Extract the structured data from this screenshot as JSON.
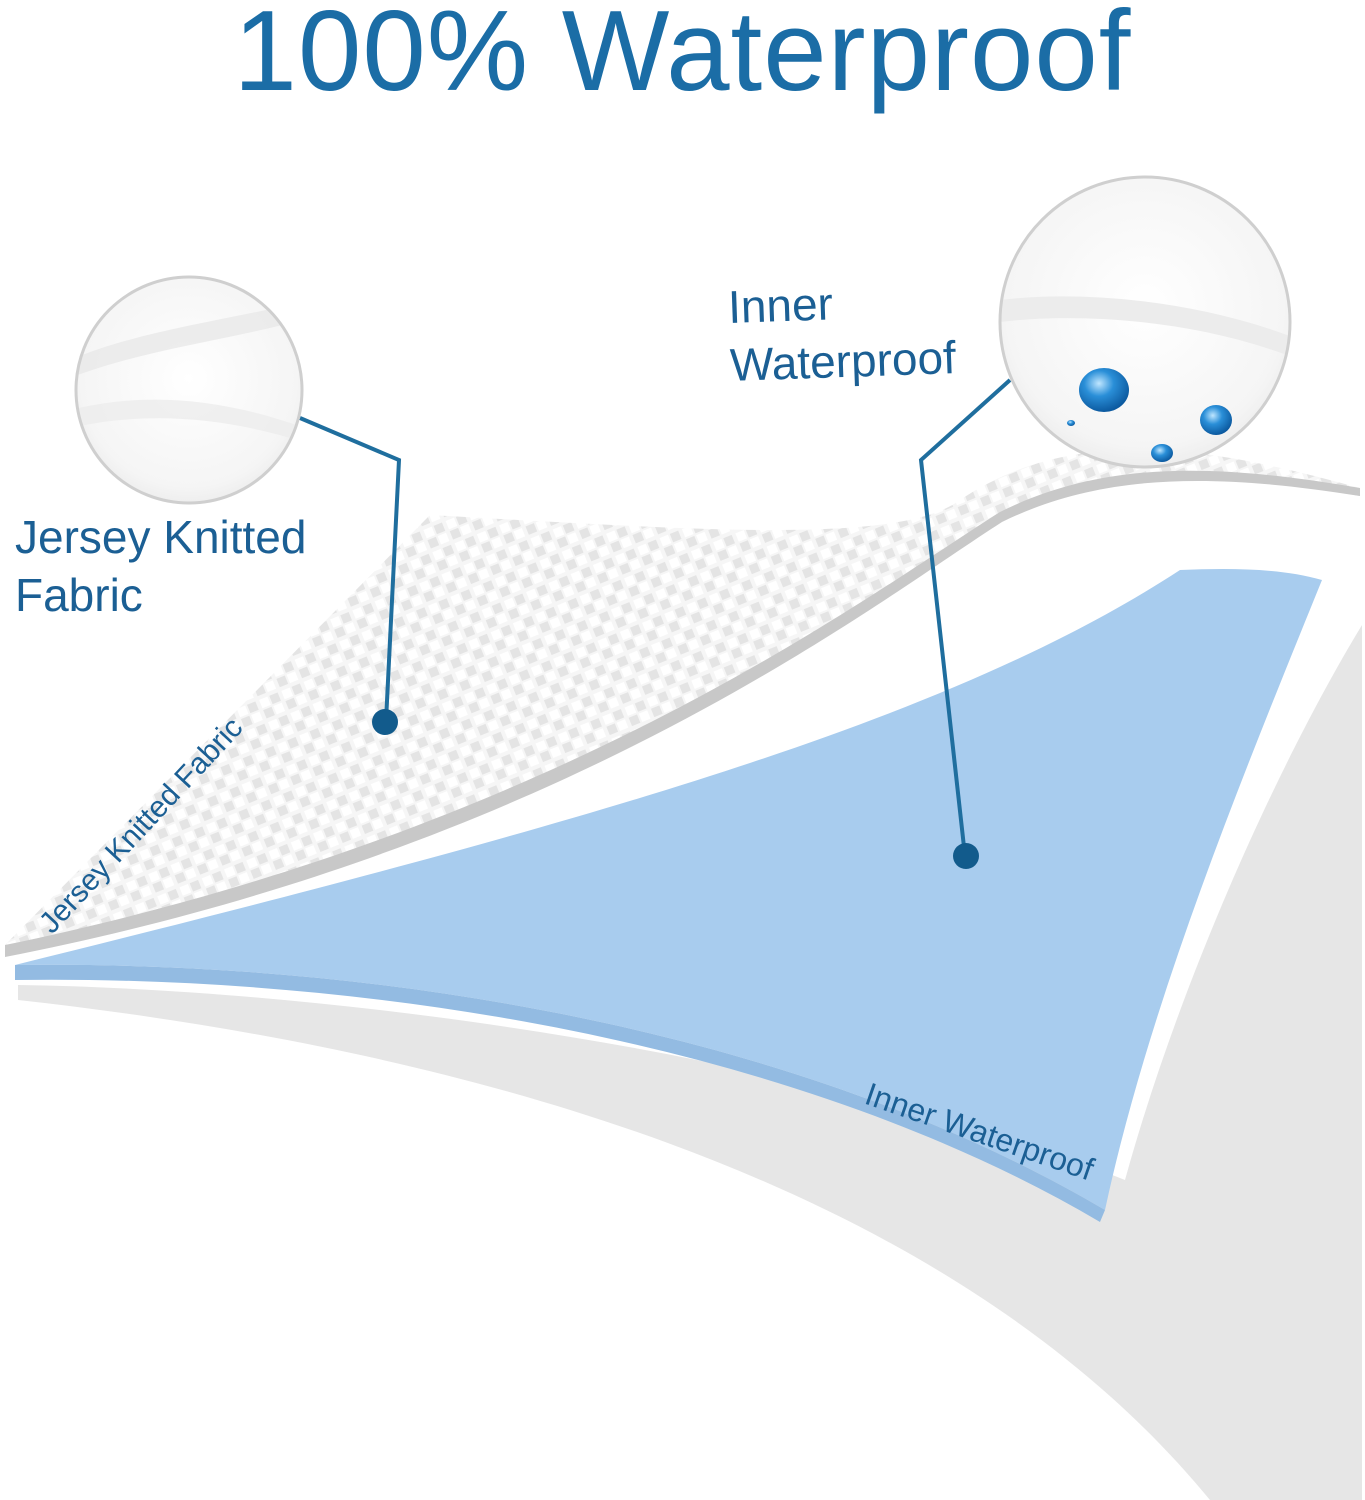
{
  "title": "100% Waterproof",
  "callouts": {
    "jersey": {
      "line1": "Jersey Knitted",
      "line2": "Fabric"
    },
    "inner": {
      "line1": "Inner",
      "line2": "Waterproof"
    }
  },
  "layer_labels": {
    "top_layer": "Jersey Knitted Fabric",
    "middle_layer": "Inner Waterproof"
  },
  "colors": {
    "title": "#1b6da6",
    "callout_text": "#1b5f94",
    "leader_line": "#1f6e9e",
    "marker_dot": "#125b8c",
    "waterproof_layer": "#a8ccee",
    "fabric_layer": "#f4f4f4",
    "bottom_layer": "#e6e6e6",
    "water_drop": "#2a8fd8"
  },
  "icons": [
    "magnifier-fabric-icon",
    "magnifier-water-drops-icon"
  ]
}
